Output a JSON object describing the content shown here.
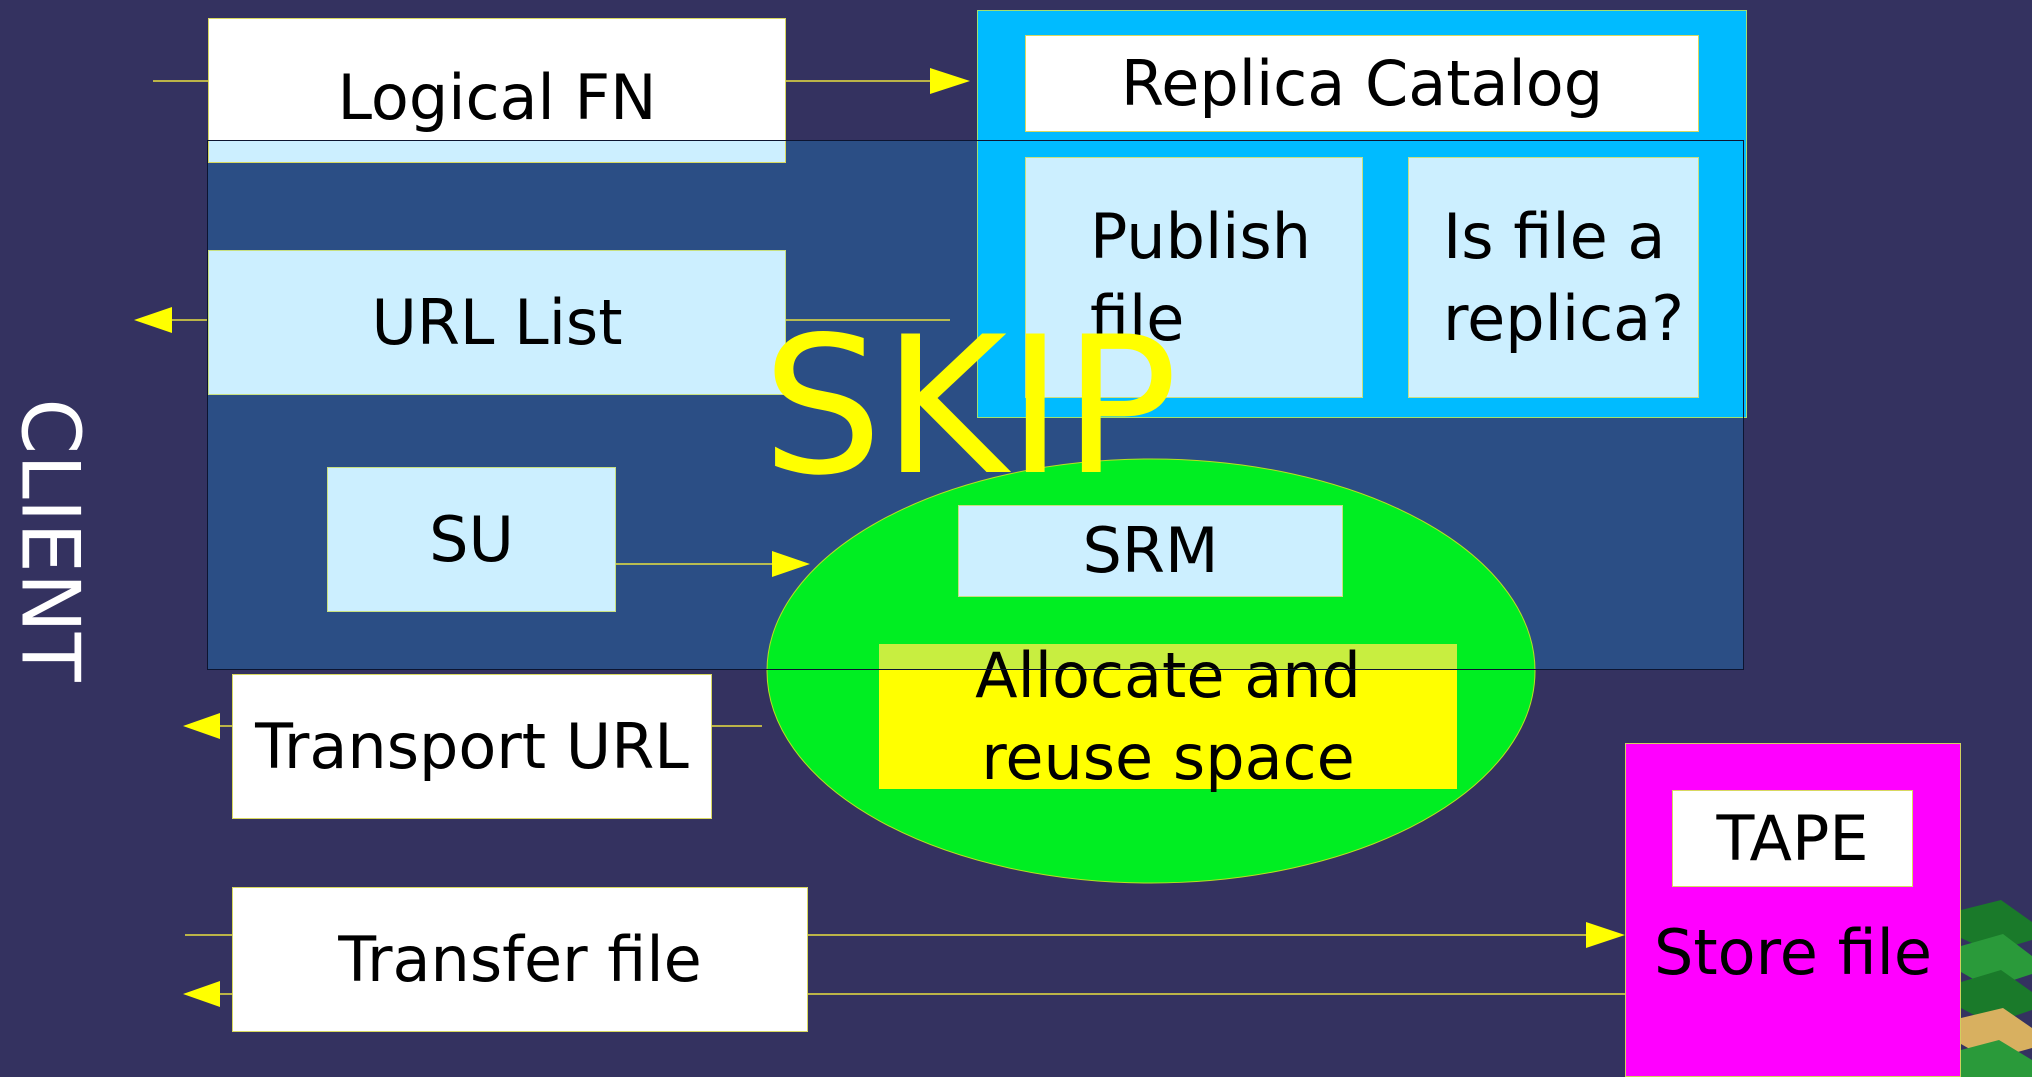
{
  "client_label": "CLIENT",
  "watermark": "SKIP",
  "boxes": {
    "logical_fn": "Logical FN",
    "url_list": "URL List",
    "su": "SU",
    "transport_url": "Transport URL",
    "transfer_file": "Transfer file",
    "replica_catalog": "Replica Catalog",
    "publish_file": "Publish\nfile",
    "is_replica": "Is file a\nreplica?",
    "srm": "SRM",
    "allocate": "Allocate and\nreuse space",
    "tape": "TAPE",
    "store_file": "Store file"
  },
  "colors": {
    "background": "#343260",
    "region": "#2b4e85",
    "catalog": "#00bbff",
    "srm_ellipse": "#00ee22",
    "allocate": "#ffff00",
    "tape_store": "#ff00ff",
    "arrow": "#ffff00",
    "skip_text": "#ffff00"
  },
  "icons": {
    "tape_stack": "stacked-tapes-icon"
  }
}
